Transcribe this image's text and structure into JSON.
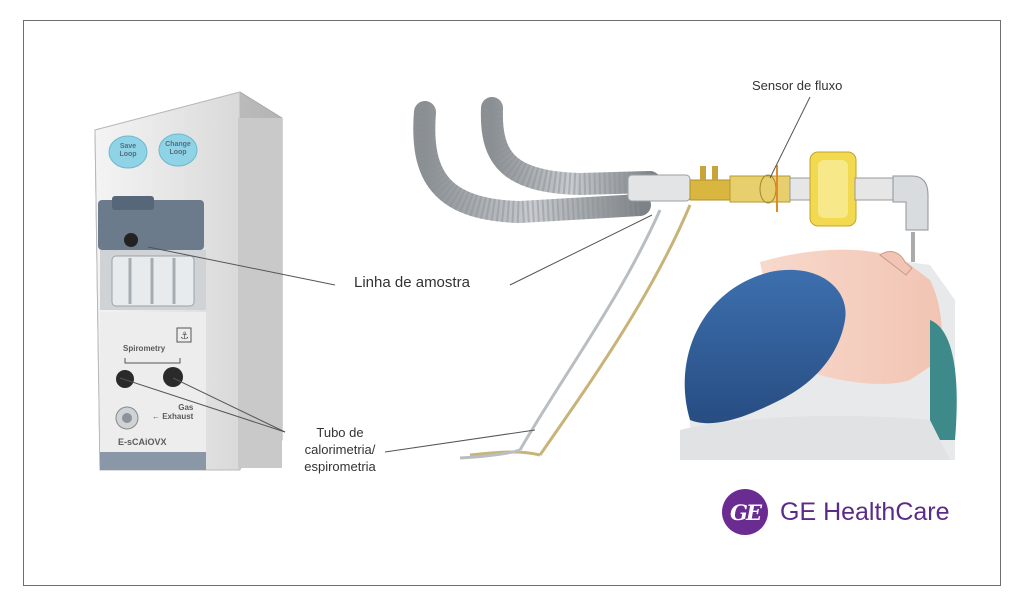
{
  "labels": {
    "sensor": "Sensor de fluxo",
    "linha": "Linha de amostra",
    "tubo": "Tubo de\ncalorimetria/\nespirometria"
  },
  "device": {
    "button1": "Save\nLoop",
    "button2": "Change\nLoop",
    "spirometry": "Spirometry",
    "gas_exhaust": "Gas\n← Exhaust",
    "model": "E-sCAiOVX"
  },
  "logo": {
    "mark": "GE",
    "text": "GE HealthCare",
    "color": "#5b2c86"
  }
}
